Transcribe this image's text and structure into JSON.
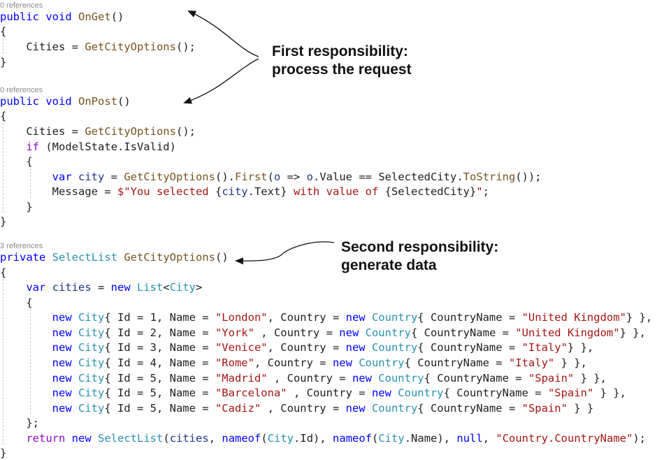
{
  "code": {
    "blocks": [
      {
        "reference": "0 references",
        "lines": [
          [
            {
              "t": "keyword",
              "v": "public"
            },
            {
              "t": "plain",
              "v": " "
            },
            {
              "t": "keyword",
              "v": "void"
            },
            {
              "t": "plain",
              "v": " "
            },
            {
              "t": "method",
              "v": "OnGet"
            },
            {
              "t": "plain",
              "v": "()"
            }
          ],
          [
            {
              "t": "plain",
              "v": "{"
            }
          ],
          [
            {
              "t": "plain",
              "v": "    Cities = "
            },
            {
              "t": "method",
              "v": "GetCityOptions"
            },
            {
              "t": "plain",
              "v": "();"
            }
          ],
          [
            {
              "t": "plain",
              "v": "}"
            }
          ]
        ]
      },
      {
        "reference": "0 references",
        "lines": [
          [
            {
              "t": "keyword",
              "v": "public"
            },
            {
              "t": "plain",
              "v": " "
            },
            {
              "t": "keyword",
              "v": "void"
            },
            {
              "t": "plain",
              "v": " "
            },
            {
              "t": "method",
              "v": "OnPost"
            },
            {
              "t": "plain",
              "v": "()"
            }
          ],
          [
            {
              "t": "plain",
              "v": "{"
            }
          ],
          [
            {
              "t": "plain",
              "v": "    Cities = "
            },
            {
              "t": "method",
              "v": "GetCityOptions"
            },
            {
              "t": "plain",
              "v": "();"
            }
          ],
          [
            {
              "t": "plain",
              "v": "    "
            },
            {
              "t": "control",
              "v": "if"
            },
            {
              "t": "plain",
              "v": " (ModelState.IsValid)"
            }
          ],
          [
            {
              "t": "plain",
              "v": "    {"
            }
          ],
          [
            {
              "t": "plain",
              "v": "        "
            },
            {
              "t": "keyword",
              "v": "var"
            },
            {
              "t": "plain",
              "v": " "
            },
            {
              "t": "param",
              "v": "city"
            },
            {
              "t": "plain",
              "v": " = "
            },
            {
              "t": "method",
              "v": "GetCityOptions"
            },
            {
              "t": "plain",
              "v": "()."
            },
            {
              "t": "method",
              "v": "First"
            },
            {
              "t": "plain",
              "v": "("
            },
            {
              "t": "param",
              "v": "o"
            },
            {
              "t": "plain",
              "v": " => "
            },
            {
              "t": "param",
              "v": "o"
            },
            {
              "t": "plain",
              "v": ".Value == SelectedCity."
            },
            {
              "t": "method",
              "v": "ToString"
            },
            {
              "t": "plain",
              "v": "());"
            }
          ],
          [
            {
              "t": "plain",
              "v": "        Message = "
            },
            {
              "t": "string",
              "v": "$\"You selected "
            },
            {
              "t": "plain",
              "v": "{"
            },
            {
              "t": "param",
              "v": "city"
            },
            {
              "t": "plain",
              "v": ".Text}"
            },
            {
              "t": "string",
              "v": " with value of "
            },
            {
              "t": "plain",
              "v": "{SelectedCity}"
            },
            {
              "t": "string",
              "v": "\""
            },
            {
              "t": "plain",
              "v": ";"
            }
          ],
          [
            {
              "t": "plain",
              "v": "    }"
            }
          ],
          [
            {
              "t": "plain",
              "v": "}"
            }
          ]
        ]
      },
      {
        "reference": "3 references",
        "lines": [
          [
            {
              "t": "keyword",
              "v": "private"
            },
            {
              "t": "plain",
              "v": " "
            },
            {
              "t": "type",
              "v": "SelectList"
            },
            {
              "t": "plain",
              "v": " "
            },
            {
              "t": "method",
              "v": "GetCityOptions"
            },
            {
              "t": "plain",
              "v": "()"
            }
          ],
          [
            {
              "t": "plain",
              "v": "{"
            }
          ],
          [
            {
              "t": "plain",
              "v": "    "
            },
            {
              "t": "keyword",
              "v": "var"
            },
            {
              "t": "plain",
              "v": " "
            },
            {
              "t": "param",
              "v": "cities"
            },
            {
              "t": "plain",
              "v": " = "
            },
            {
              "t": "keyword",
              "v": "new"
            },
            {
              "t": "plain",
              "v": " "
            },
            {
              "t": "type",
              "v": "List"
            },
            {
              "t": "plain",
              "v": "<"
            },
            {
              "t": "type",
              "v": "City"
            },
            {
              "t": "plain",
              "v": ">"
            }
          ],
          [
            {
              "t": "plain",
              "v": "    {"
            }
          ],
          [
            {
              "t": "plain",
              "v": "        "
            },
            {
              "t": "keyword",
              "v": "new"
            },
            {
              "t": "plain",
              "v": " "
            },
            {
              "t": "type",
              "v": "City"
            },
            {
              "t": "plain",
              "v": "{ Id = 1, Name = "
            },
            {
              "t": "string",
              "v": "\"London\""
            },
            {
              "t": "plain",
              "v": ", Country = "
            },
            {
              "t": "keyword",
              "v": "new"
            },
            {
              "t": "plain",
              "v": " "
            },
            {
              "t": "type",
              "v": "Country"
            },
            {
              "t": "plain",
              "v": "{ CountryName = "
            },
            {
              "t": "string",
              "v": "\"United Kingdom\""
            },
            {
              "t": "plain",
              "v": "} },"
            }
          ],
          [
            {
              "t": "plain",
              "v": "        "
            },
            {
              "t": "keyword",
              "v": "new"
            },
            {
              "t": "plain",
              "v": " "
            },
            {
              "t": "type",
              "v": "City"
            },
            {
              "t": "plain",
              "v": "{ Id = 2, Name = "
            },
            {
              "t": "string",
              "v": "\"York\""
            },
            {
              "t": "plain",
              "v": " , Country = "
            },
            {
              "t": "keyword",
              "v": "new"
            },
            {
              "t": "plain",
              "v": " "
            },
            {
              "t": "type",
              "v": "Country"
            },
            {
              "t": "plain",
              "v": "{ CountryName = "
            },
            {
              "t": "string",
              "v": "\"United Kingdom\""
            },
            {
              "t": "plain",
              "v": "} },"
            }
          ],
          [
            {
              "t": "plain",
              "v": "        "
            },
            {
              "t": "keyword",
              "v": "new"
            },
            {
              "t": "plain",
              "v": " "
            },
            {
              "t": "type",
              "v": "City"
            },
            {
              "t": "plain",
              "v": "{ Id = 3, Name = "
            },
            {
              "t": "string",
              "v": "\"Venice\""
            },
            {
              "t": "plain",
              "v": ", Country = "
            },
            {
              "t": "keyword",
              "v": "new"
            },
            {
              "t": "plain",
              "v": " "
            },
            {
              "t": "type",
              "v": "Country"
            },
            {
              "t": "plain",
              "v": "{ CountryName = "
            },
            {
              "t": "string",
              "v": "\"Italy\""
            },
            {
              "t": "plain",
              "v": "} },"
            }
          ],
          [
            {
              "t": "plain",
              "v": "        "
            },
            {
              "t": "keyword",
              "v": "new"
            },
            {
              "t": "plain",
              "v": " "
            },
            {
              "t": "type",
              "v": "City"
            },
            {
              "t": "plain",
              "v": "{ Id = 4, Name = "
            },
            {
              "t": "string",
              "v": "\"Rome\""
            },
            {
              "t": "plain",
              "v": ", Country = "
            },
            {
              "t": "keyword",
              "v": "new"
            },
            {
              "t": "plain",
              "v": " "
            },
            {
              "t": "type",
              "v": "Country"
            },
            {
              "t": "plain",
              "v": "{ CountryName = "
            },
            {
              "t": "string",
              "v": "\"Italy\""
            },
            {
              "t": "plain",
              "v": " } },"
            }
          ],
          [
            {
              "t": "plain",
              "v": "        "
            },
            {
              "t": "keyword",
              "v": "new"
            },
            {
              "t": "plain",
              "v": " "
            },
            {
              "t": "type",
              "v": "City"
            },
            {
              "t": "plain",
              "v": "{ Id = 5, Name = "
            },
            {
              "t": "string",
              "v": "\"Madrid\""
            },
            {
              "t": "plain",
              "v": " , Country = "
            },
            {
              "t": "keyword",
              "v": "new"
            },
            {
              "t": "plain",
              "v": " "
            },
            {
              "t": "type",
              "v": "Country"
            },
            {
              "t": "plain",
              "v": "{ CountryName = "
            },
            {
              "t": "string",
              "v": "\"Spain\""
            },
            {
              "t": "plain",
              "v": " } },"
            }
          ],
          [
            {
              "t": "plain",
              "v": "        "
            },
            {
              "t": "keyword",
              "v": "new"
            },
            {
              "t": "plain",
              "v": " "
            },
            {
              "t": "type",
              "v": "City"
            },
            {
              "t": "plain",
              "v": "{ Id = 5, Name = "
            },
            {
              "t": "string",
              "v": "\"Barcelona\""
            },
            {
              "t": "plain",
              "v": " , Country = "
            },
            {
              "t": "keyword",
              "v": "new"
            },
            {
              "t": "plain",
              "v": " "
            },
            {
              "t": "type",
              "v": "Country"
            },
            {
              "t": "plain",
              "v": "{ CountryName = "
            },
            {
              "t": "string",
              "v": "\"Spain\""
            },
            {
              "t": "plain",
              "v": " } },"
            }
          ],
          [
            {
              "t": "plain",
              "v": "        "
            },
            {
              "t": "keyword",
              "v": "new"
            },
            {
              "t": "plain",
              "v": " "
            },
            {
              "t": "type",
              "v": "City"
            },
            {
              "t": "plain",
              "v": "{ Id = 5, Name = "
            },
            {
              "t": "string",
              "v": "\"Cadiz\""
            },
            {
              "t": "plain",
              "v": " , Country = "
            },
            {
              "t": "keyword",
              "v": "new"
            },
            {
              "t": "plain",
              "v": " "
            },
            {
              "t": "type",
              "v": "Country"
            },
            {
              "t": "plain",
              "v": "{ CountryName = "
            },
            {
              "t": "string",
              "v": "\"Spain\""
            },
            {
              "t": "plain",
              "v": " } }"
            }
          ],
          [
            {
              "t": "plain",
              "v": "    };"
            }
          ],
          [
            {
              "t": "plain",
              "v": "    "
            },
            {
              "t": "control",
              "v": "return"
            },
            {
              "t": "plain",
              "v": " "
            },
            {
              "t": "keyword",
              "v": "new"
            },
            {
              "t": "plain",
              "v": " "
            },
            {
              "t": "type",
              "v": "SelectList"
            },
            {
              "t": "plain",
              "v": "("
            },
            {
              "t": "param",
              "v": "cities"
            },
            {
              "t": "plain",
              "v": ", "
            },
            {
              "t": "keyword",
              "v": "nameof"
            },
            {
              "t": "plain",
              "v": "("
            },
            {
              "t": "type",
              "v": "City"
            },
            {
              "t": "plain",
              "v": ".Id), "
            },
            {
              "t": "keyword",
              "v": "nameof"
            },
            {
              "t": "plain",
              "v": "("
            },
            {
              "t": "type",
              "v": "City"
            },
            {
              "t": "plain",
              "v": ".Name), "
            },
            {
              "t": "keyword",
              "v": "null"
            },
            {
              "t": "plain",
              "v": ", "
            },
            {
              "t": "string",
              "v": "\"Country.CountryName\""
            },
            {
              "t": "plain",
              "v": ");"
            }
          ],
          [
            {
              "t": "plain",
              "v": "}"
            }
          ]
        ]
      }
    ]
  },
  "annotations": {
    "first": {
      "line1": "First responsibility:",
      "line2": "process the request"
    },
    "second": {
      "line1": "Second responsibility:",
      "line2": "generate data"
    }
  },
  "colors": {
    "keyword": "#0000ff",
    "control": "#8f08c4",
    "type": "#2b91af",
    "method": "#74531f",
    "string": "#a31515",
    "param": "#1f377f",
    "reference": "#8a8a8a",
    "arrow": "#111111"
  }
}
